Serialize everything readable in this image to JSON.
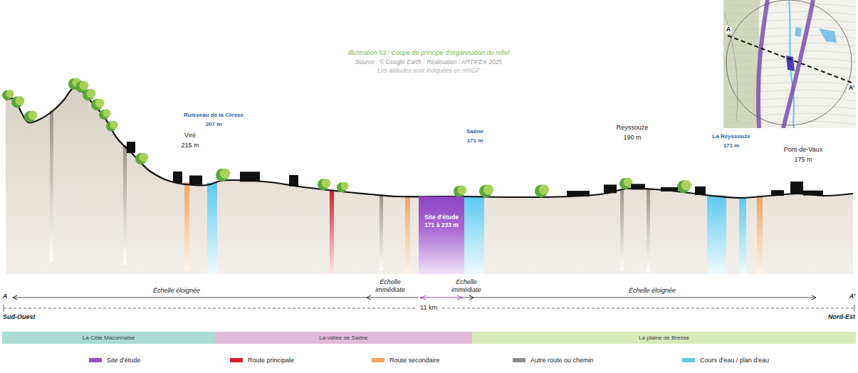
{
  "diagram": {
    "title": "Illustration 53 : Coupe de principe d'organisation du relief",
    "nodes": [
      {
        "text": [
          "Site d'étude 171 à 233 m"
        ]
      },
      {
        "text": [
          "La Côte Maconnaise"
        ]
      },
      {
        "text": [
          "La vallée de Saône"
        ]
      },
      {
        "text": [
          "La plaine de Bresse"
        ]
      }
    ],
    "labels": [
      "Source : © Google Earth - Réalisation : ARTIFEX 2025",
      "Les altitudes sont indiquées en mNGF",
      "Ruisseau de la Clesse",
      "207 m",
      "Viré",
      "215 m",
      "Saône",
      "171 m",
      "Reyssouze",
      "190 m",
      "La Reyssouze",
      "171 m",
      "Pont-de-Vaux",
      "175 m",
      "A",
      "A’",
      "Échelle éloignée",
      "Échelle immédiate",
      "Échelle immédiate",
      "Échelle éloignée",
      "11 km",
      "Sud-Ouest",
      "Nord-Est",
      "A",
      "A’"
    ],
    "legend": [
      {
        "text": "Site d'étude",
        "color": "#9b4fc8"
      },
      {
        "text": "Route principale",
        "color": "#d0202e"
      },
      {
        "text": "Route secondaire",
        "color": "#f4a35a"
      },
      {
        "text": "Autre route ou chemin",
        "color": "#8f8a84"
      },
      {
        "text": "Cours d'eau / plan d'eau",
        "color": "#5cc9ee"
      }
    ]
  }
}
